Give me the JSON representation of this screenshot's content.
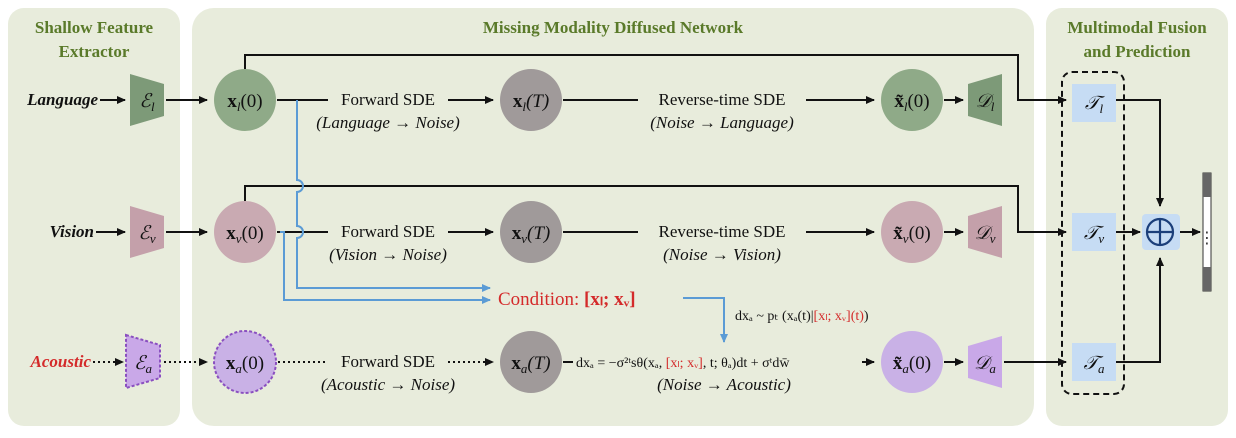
{
  "panels": {
    "left_title_1": "Shallow Feature",
    "left_title_2": "Extractor",
    "center_title": "Missing Modality Diffused Network",
    "right_title_1": "Multimodal Fusion",
    "right_title_2": "and Prediction"
  },
  "inputs": {
    "language": "Language",
    "vision": "Vision",
    "acoustic": "Acoustic"
  },
  "encoders": {
    "language": "𝓔l",
    "vision": "𝓔v",
    "acoustic": "𝓔a"
  },
  "nodes": {
    "xl0": "x",
    "xl0_sub": "l",
    "xl0_arg": "(0)",
    "xv0": "x",
    "xv0_sub": "v",
    "xv0_arg": "(0)",
    "xa0": "x",
    "xa0_sub": "a",
    "xa0_arg": "(0)",
    "xlT": "x",
    "xlT_sub": "l",
    "xlT_arg": "(T)",
    "xvT": "x",
    "xvT_sub": "v",
    "xvT_arg": "(T)",
    "xaT": "x",
    "xaT_sub": "a",
    "xaT_arg": "(T)",
    "xl0t": "x̃",
    "xl0t_sub": "l",
    "xl0t_arg": "(0)",
    "xv0t": "x̃",
    "xv0t_sub": "v",
    "xv0t_arg": "(0)",
    "xa0t": "x̃",
    "xa0t_sub": "a",
    "xa0t_arg": "(0)"
  },
  "decoders": {
    "l": "𝒟l",
    "v": "𝒟v",
    "a": "𝒟a"
  },
  "transformers": {
    "l": "𝒯l",
    "v": "𝒯v",
    "a": "𝒯a"
  },
  "forward": {
    "label": "Forward SDE",
    "lang_sub": "(Language → Noise)",
    "vis_sub": "(Vision → Noise)",
    "ac_sub": "(Acoustic → Noise)"
  },
  "reverse": {
    "label": "Reverse-time SDE",
    "lang_sub": "(Noise → Language)",
    "vis_sub": "(Noise → Vision)",
    "ac_sub": "(Noise → Acoustic)"
  },
  "condition": {
    "label": "Condition: ",
    "expr": "[xₗ; xᵥ]",
    "sample": "dxₐ ~ pₜ (xₐ(t)|",
    "sample_red": "[xₗ; xᵥ](t)",
    "sample_end": ")"
  },
  "sde": {
    "pre": "dxₐ = −σ²ᵗsθ(xₐ, ",
    "red": "[xₗ; xᵥ]",
    "post": ", t; θₐ)dt + σᵗdw̄"
  },
  "fusion_symbol": "⊕",
  "output_dots": "⋮",
  "colors": {
    "panel_bg": "#e8ecdc",
    "green_node": "#8faa88",
    "pink_node": "#c9aab2",
    "purple_node": "#c9b1e6",
    "gray_node": "#a09a9a",
    "enc_green": "#7d9a78",
    "enc_pink": "#c4a0aa",
    "enc_purple": "#c9a8e8",
    "transformer_blue": "#c6dcf4",
    "blue_line": "#5b9bd5",
    "red_text": "#d42a2a"
  }
}
